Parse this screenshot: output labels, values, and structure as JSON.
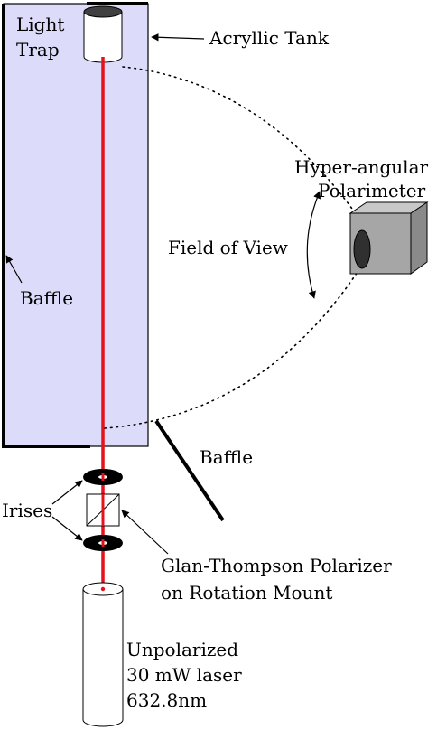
{
  "labels": {
    "light_trap_line1": "Light",
    "light_trap_line2": "Trap",
    "acrylic_tank": "Acryllic Tank",
    "polarimeter_line1": "Hyper-angular",
    "polarimeter_line2": "Polarimeter",
    "field_of_view": "Field of View",
    "baffle_left": "Baffle",
    "baffle_right": "Baffle",
    "irises": "Irises",
    "polarizer_line1": "Glan-Thompson Polarizer",
    "polarizer_line2": "on Rotation Mount",
    "laser_line1": "Unpolarized",
    "laser_line2": "30 mW laser",
    "laser_line3": "632.8nm"
  },
  "colors": {
    "tank_fill": "#dcdcfa",
    "beam": "#e8101a",
    "polarimeter_front": "#a6a6a6",
    "polarimeter_top": "#c8c8c8",
    "polarimeter_side": "#8a8a8a",
    "ink": "#000000"
  }
}
